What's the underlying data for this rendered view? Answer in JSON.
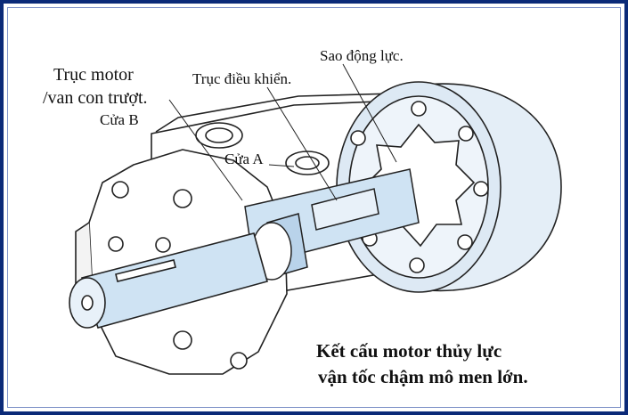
{
  "labels": {
    "motor_shaft_line1": "Trục motor",
    "motor_shaft_line2": "/van con trượt.",
    "port_b": "Cửa B",
    "control_shaft": "Trục điều khiển.",
    "power_star": "Sao động lực.",
    "port_a": "Cửa A"
  },
  "caption": {
    "line1": "Kết cấu motor thủy lực",
    "line2": "vận tốc chậm mô men lớn."
  },
  "colors": {
    "frame": "#0b2a78",
    "shaft_fill": "#cfe3f3",
    "outline": "#222222",
    "housing_fill": "#ffffff"
  }
}
